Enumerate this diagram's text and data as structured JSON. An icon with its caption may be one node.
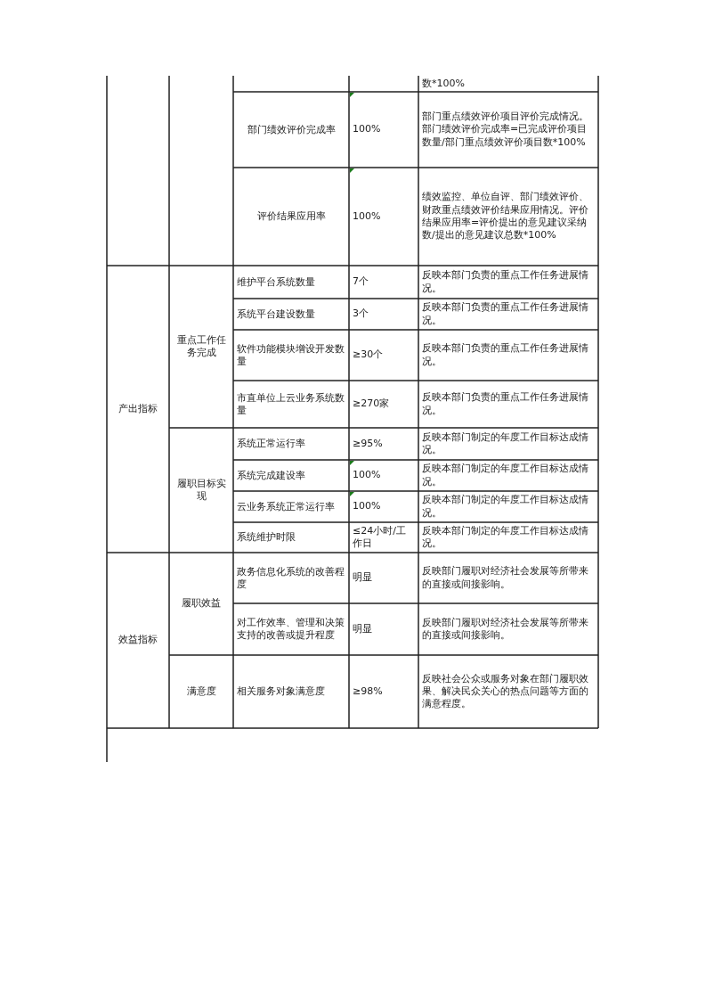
{
  "diagram": {
    "labels": [
      "数*100%",
      "部门绩效评价完成率",
      "100%",
      "部门重点绩效评价项目评价完成情况。部门绩效评价完成率=已完成评价项目数量/部门重点绩效评价项目数*100%",
      "评价结果应用率",
      "100%",
      "绩效监控、单位自评、部门绩效评价、财政重点绩效评价结果应用情况。评价结果应用率=评价提出的意见建议采纳数/提出的意见建议总数*100%",
      "产出指标",
      "重点工作任务完成",
      "维护平台系统数量",
      "7个",
      "反映本部门负责的重点工作任务进展情况。",
      "系统平台建设数量",
      "3个",
      "反映本部门负责的重点工作任务进展情况。",
      "软件功能模块增设开发数量",
      "≥30个",
      "反映本部门负责的重点工作任务进展情况。",
      "市直单位上云业务系统数量",
      "≥270家",
      "反映本部门负责的重点工作任务进展情况。",
      "履职目标实现",
      "系统正常运行率",
      "≥95%",
      "反映本部门制定的年度工作目标达成情况。",
      "系统完成建设率",
      "100%",
      "反映本部门制定的年度工作目标达成情况。",
      "云业务系统正常运行率",
      "100%",
      "反映本部门制定的年度工作目标达成情况。",
      "系统维护时限",
      "≤24小时/工作日",
      "反映本部门制定的年度工作目标达成情况。",
      "效益指标",
      "履职效益",
      "政务信息化系统的改善程度",
      "明显",
      "反映部门履职对经济社会发展等所带来的直接或间接影响。",
      "对工作效率、管理和决策支持的改善或提升程度",
      "明显",
      "反映部门履职对经济社会发展等所带来的直接或间接影响。",
      "满意度",
      "相关服务对象满意度",
      "≥98%",
      "反映社会公众或服务对象在部门履职效果、解决民众关心的热点问题等方面的满意程度。"
    ]
  }
}
